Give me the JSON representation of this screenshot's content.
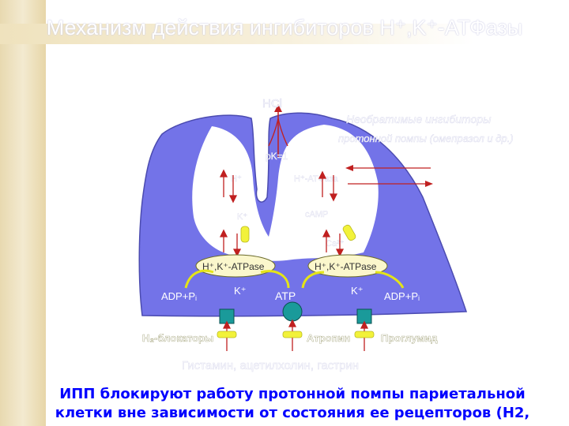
{
  "title": "Механизм действия ингибиторов H⁺,K⁺-АТФазы",
  "labels": {
    "hcl": "HCl",
    "irreversible": "Необратимые ингибиторы",
    "irreversible2": "протонной помпы (омепразол и др.)",
    "ppi": "ИПП",
    "pump_left": "H⁺,K⁺-ATPase",
    "pump_right": "H⁺,K⁺-ATPase",
    "k_left": "K⁺",
    "k_right": "K⁺",
    "adp_left": "ADP+Pᵢ",
    "adp_right": "ADP+Pᵢ",
    "atp": "ATP",
    "h2_blockers": "H₂-блокаторы",
    "atropine": "Атропин",
    "proglumide": "Проглумид",
    "mediators": "Гистамин, ацетилхолин, гастрин",
    "faint1": "pK=1",
    "faint2": "cAMP",
    "faint3": "Ca²⁺",
    "faint4": "H⁺",
    "faint5": "K⁺",
    "faint6": "H⁺-АТФаза"
  },
  "caption": "ИПП блокируют работу протонной помпы париетальной клетки вне зависимости от состояния ее рецепторов (H2,"
}
